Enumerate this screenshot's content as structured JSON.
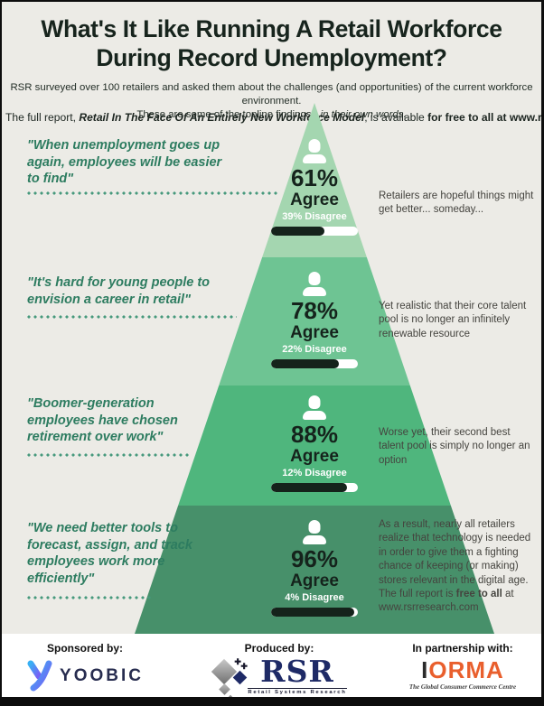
{
  "header": {
    "title_line1": "What's It Like Running A Retail Workforce",
    "title_line2": "During Record Unemployment?",
    "subtitle_line1": "RSR surveyed over 100 retailers and asked them about the challenges (and opportunities) of the current workforce environment.",
    "subtitle_line2": "These are some of the topline findings - ",
    "subtitle_line2_italic": "in their own words.",
    "report_prefix": "The full report, ",
    "report_title": "Retail In The Face Of An Entirely New Workforce Model",
    "report_mid": ", is available ",
    "report_bold": "for free to all at www.rsrresearch.com"
  },
  "tiers": [
    {
      "quote": "\"When unemployment goes up again, employees will be easier to find\"",
      "agree_pct": "61%",
      "agree_label": "Agree",
      "disagree_label": "39% Disagree",
      "agree_value": 61,
      "color": "#a4d6b0",
      "comment": "Retailers are hopeful things might get better... someday..."
    },
    {
      "quote": "\"It's hard for young people to envision a career in retail\"",
      "agree_pct": "78%",
      "agree_label": "Agree",
      "disagree_label": "22% Disagree",
      "agree_value": 78,
      "color": "#6ec493",
      "comment": "Yet realistic that their core talent pool is no longer an infinitely renewable resource"
    },
    {
      "quote": "\"Boomer-generation employees have chosen retirement over work\"",
      "agree_pct": "88%",
      "agree_label": "Agree",
      "disagree_label": "12% Disagree",
      "agree_value": 88,
      "color": "#4fb67d",
      "comment": "Worse yet, their second best talent pool is simply no longer an option"
    },
    {
      "quote": "\"We need better tools to forecast, assign, and track employees work more efficiently\"",
      "agree_pct": "96%",
      "agree_label": "Agree",
      "disagree_label": "4% Disagree",
      "agree_value": 96,
      "color": "#47906a",
      "comment_pre": "As a result, nearly all retailers realize that technology is needed in order to give them a fighting chance of keeping (or making) stores relevant in the digital age. The full report is ",
      "comment_bold": "free to all",
      "comment_post": " at www.rsrresearch.com"
    }
  ],
  "footer": {
    "sponsored_label": "Sponsored by:",
    "sponsor_name": "YOOBIC",
    "produced_label": "Produced by:",
    "producer_name": "RSR",
    "producer_tagline": "Retail Systems Research",
    "partner_label": "In partnership with:",
    "partner_name_first": "I",
    "partner_name_rest": "ORMA",
    "partner_tagline": "The Global Consumer Commerce Centre",
    "rsr_plus1": "✚",
    "rsr_plus2": "✚"
  },
  "colors": {
    "background": "#ecebe6",
    "quote_green": "#2d7c60",
    "bar_fill_dark": "#15231b",
    "yoobic_navy": "#272c4f",
    "rsr_navy": "#1e2a66",
    "iorma_orange": "#e95f2d"
  },
  "chart_data": {
    "type": "bar",
    "variant": "pyramid-infographic",
    "title": "What's It Like Running A Retail Workforce During Record Unemployment?",
    "categories": [
      "When unemployment goes up again, employees will be easier to find",
      "It's hard for young people to envision a career in retail",
      "Boomer-generation employees have chosen retirement over work",
      "We need better tools to forecast, assign, and track employees work more efficiently"
    ],
    "series": [
      {
        "name": "Agree",
        "values": [
          61,
          78,
          88,
          96
        ]
      },
      {
        "name": "Disagree",
        "values": [
          39,
          22,
          12,
          4
        ]
      }
    ],
    "unit": "%",
    "annotations": [
      "Retailers are hopeful things might get better... someday...",
      "Yet realistic that their core talent pool is no longer an infinitely renewable resource",
      "Worse yet, their second best talent pool is simply no longer an option",
      "As a result, nearly all retailers realize that technology is needed in order to give them a fighting chance of keeping (or making) stores relevant in the digital age. The full report is free to all at www.rsrresearch.com"
    ],
    "layout": "4-tier pyramid, agree % increases toward base; each tier shows white agree/disagree progress bar"
  }
}
